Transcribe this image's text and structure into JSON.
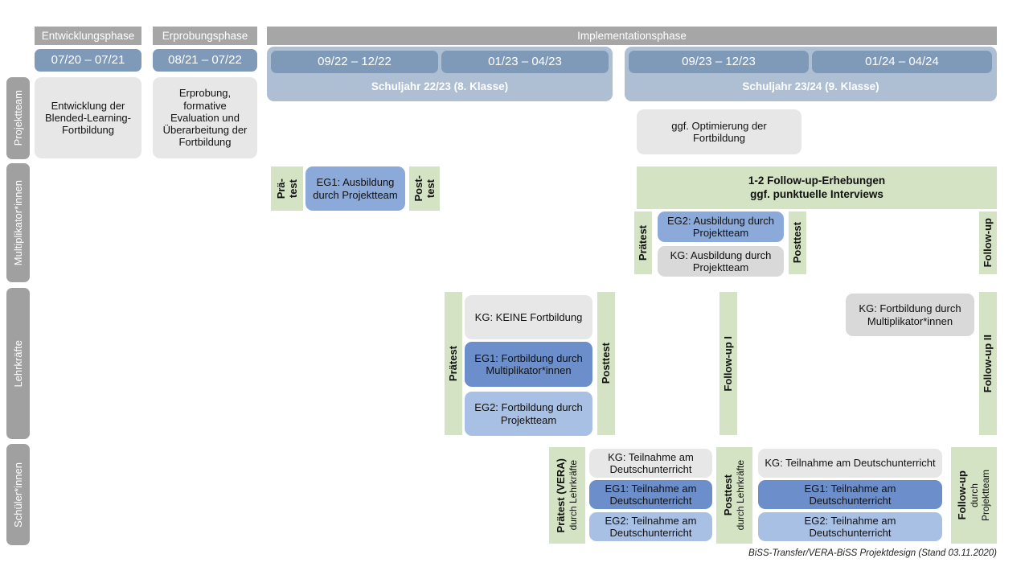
{
  "meta": {
    "footer": "BiSS-Transfer/VERA-BiSS Projektdesign (Stand 03.11.2020)"
  },
  "colors": {
    "phase_header_gray": "#A6A6A6",
    "date_pill_blue": "#7F99B8",
    "schuljahr_blue": "#AEBED3",
    "row_label_gray": "#A0A0A0",
    "card_gray_light": "#E7E7E7",
    "card_gray": "#D9D9D9",
    "eg1_multi_blue": "#8CAAD9",
    "eg1_dark_blue": "#6C8FCB",
    "eg2_light_blue": "#A8C0E4",
    "test_green": "#D3E3C3"
  },
  "phases": [
    {
      "label": "Entwicklungsphase"
    },
    {
      "label": "Erprobungsphase"
    },
    {
      "label": "Implementationsphase"
    }
  ],
  "periods": [
    {
      "label": "07/20 – 07/21"
    },
    {
      "label": "08/21 – 07/22"
    },
    {
      "label": "09/22 – 12/22"
    },
    {
      "label": "01/23 – 04/23"
    },
    {
      "label": "09/23 – 12/23"
    },
    {
      "label": "01/24 – 04/24"
    }
  ],
  "school_years": [
    {
      "label": "Schuljahr 22/23 (8. Klasse)"
    },
    {
      "label": "Schuljahr 23/24 (9. Klasse)"
    }
  ],
  "rows": [
    {
      "label": "Projektteam"
    },
    {
      "label": "Multiplikator*innen"
    },
    {
      "label": "Lehrkräfte"
    },
    {
      "label": "Schüler*innen"
    }
  ],
  "projektteam": {
    "entwicklung": "Entwicklung der Blended-Learning-Fortbildung",
    "erprobung": "Erprobung, formative Evaluation und Überarbeitung der Fortbildung",
    "optimierung": "ggf. Optimierung der Fortbildung"
  },
  "multiplikatoren": {
    "praetest_line1": "Prä-",
    "praetest_line2": "test",
    "eg1": "EG1: Ausbildung durch Projektteam",
    "posttest_line1": "Post-",
    "posttest_line2": "test",
    "followup_band_line1": "1-2 Follow-up-Erhebungen",
    "followup_band_line2": "ggf. punktuelle Interviews",
    "praetest2": "Prätest",
    "eg2": "EG2: Ausbildung durch Projektteam",
    "kg": "KG: Ausbildung durch Projektteam",
    "posttest2": "Posttest",
    "followup": "Follow-up"
  },
  "lehrkraefte": {
    "praetest": "Prätest",
    "kg": "KG:  KEINE Fortbildung",
    "eg1": "EG1: Fortbildung durch Multiplikator*innen",
    "eg2": "EG2: Fortbildung durch Projektteam",
    "posttest": "Posttest",
    "followup_1": "Follow-up I",
    "kg_later": "KG: Fortbildung durch Multiplikator*innen",
    "followup_2": "Follow-up II"
  },
  "schueler": {
    "praetest_main": "Prätest (VERA)",
    "praetest_sub": "durch Lehrkräfte",
    "kg_1": "KG: Teilnahme am Deutschunterricht",
    "eg1_1": "EG1: Teilnahme am Deutschunterricht",
    "eg2_1": "EG2: Teilnahme am Deutschunterricht",
    "posttest_main": "Posttest",
    "posttest_sub": "durch Lehrkräfte",
    "kg_2": "KG: Teilnahme am Deutschunterricht",
    "eg1_2": "EG1: Teilnahme am Deutschunterricht",
    "eg2_2": "EG2: Teilnahme am Deutschunterricht",
    "followup_main": "Follow-up",
    "followup_sub1": "durch",
    "followup_sub2": "Projektteam"
  }
}
